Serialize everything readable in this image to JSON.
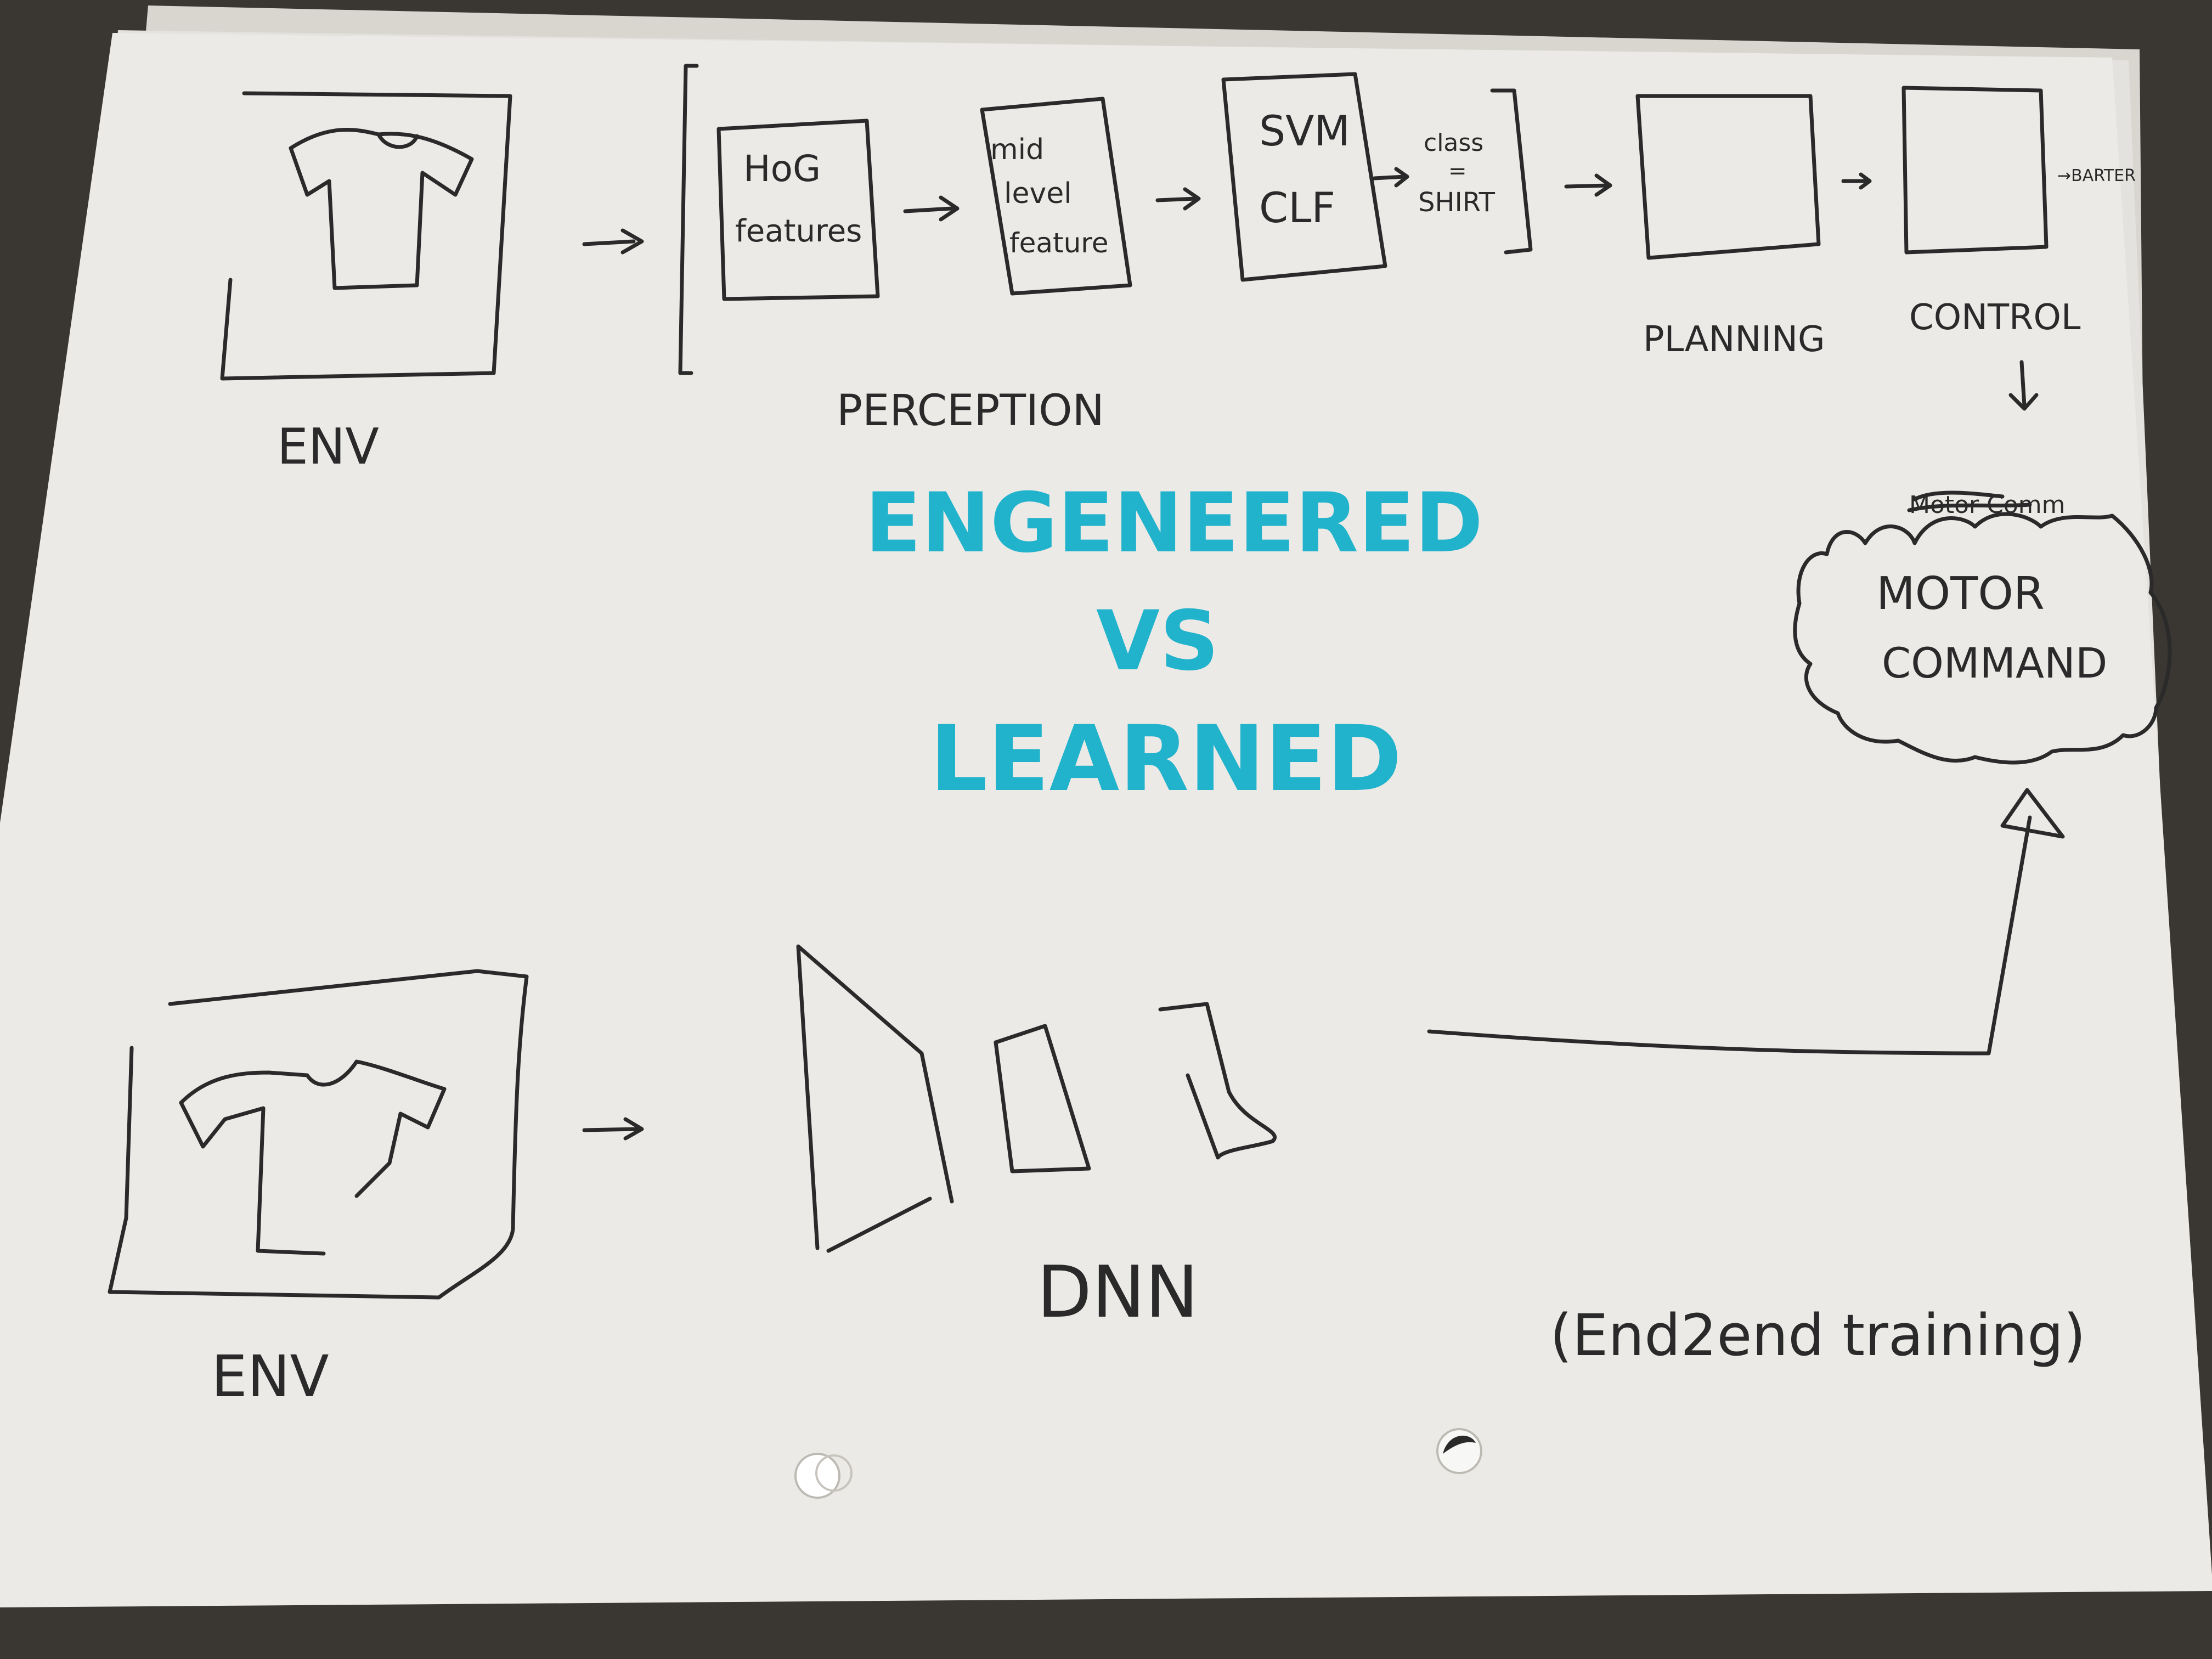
{
  "top": {
    "env_label": "ENV",
    "perception_label": "PERCEPTION",
    "hog_line1": "HoG",
    "hog_line2": "features",
    "mid_line1": "mid",
    "mid_line2": "level",
    "mid_line3": "feature",
    "svm_line1": "SVM",
    "svm_line2": "CLF",
    "class_line1": "class",
    "class_line2": "=",
    "class_line3": "SHIRT",
    "planning_label": "PLANNING",
    "control_label": "CONTROL",
    "control_side_note": "→BARTER"
  },
  "center": {
    "title_line1": "ENGENEERED",
    "title_line2": "VS",
    "title_line3": "LEARNED"
  },
  "motor": {
    "crossed_text": "Motor Comm",
    "line1": "MOTOR",
    "line2": "COMMAND"
  },
  "bottom": {
    "env_label": "ENV",
    "dnn_label": "DNN",
    "note": "(End2end training)"
  },
  "colors": {
    "paper": "#eceae6",
    "ink": "#2a2a2a",
    "marker": "#22b3cc",
    "table": "#3a3632"
  }
}
